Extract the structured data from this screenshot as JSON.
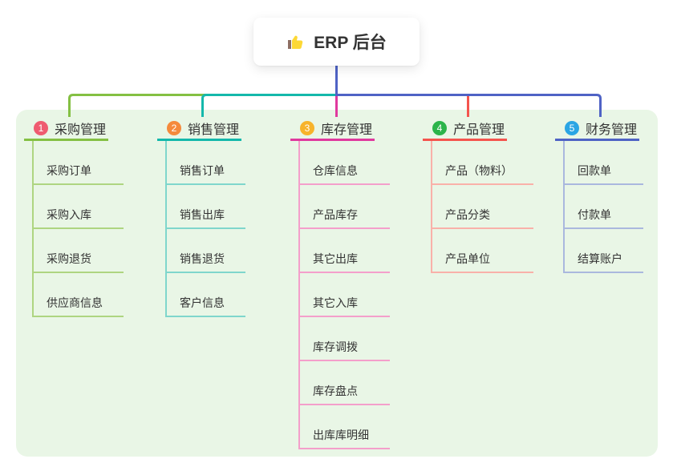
{
  "root": {
    "icon": "thumbs-up",
    "label": "ERP 后台"
  },
  "canvas": {
    "background": "#ffffff",
    "panel_background": "#e9f6e6",
    "trunk_color": "#4f63c5",
    "text_color": "#333333"
  },
  "branches": [
    {
      "num": "1",
      "label": "采购管理",
      "badge_color": "#ef5b70",
      "line_color": "#84c043",
      "child_line_color": "#aed581",
      "children": [
        "采购订单",
        "采购入库",
        "采购退货",
        "供应商信息"
      ]
    },
    {
      "num": "2",
      "label": "销售管理",
      "badge_color": "#f58a3c",
      "line_color": "#14b8ab",
      "child_line_color": "#7fd6cc",
      "children": [
        "销售订单",
        "销售出库",
        "销售退货",
        "客户信息"
      ]
    },
    {
      "num": "3",
      "label": "库存管理",
      "badge_color": "#f7b32b",
      "line_color": "#e0399e",
      "child_line_color": "#f49fcb",
      "children": [
        "仓库信息",
        "产品库存",
        "其它出库",
        "其它入库",
        "库存调拨",
        "库存盘点",
        "出库库明细"
      ]
    },
    {
      "num": "4",
      "label": "产品管理",
      "badge_color": "#2cb44a",
      "line_color": "#f4544e",
      "child_line_color": "#f9b1a9",
      "children": [
        "产品（物料）",
        "产品分类",
        "产品单位"
      ]
    },
    {
      "num": "5",
      "label": "财务管理",
      "badge_color": "#2aa5e4",
      "line_color": "#4f63c5",
      "child_line_color": "#aab8de",
      "children": [
        "回款单",
        "付款单",
        "结算账户"
      ]
    }
  ]
}
